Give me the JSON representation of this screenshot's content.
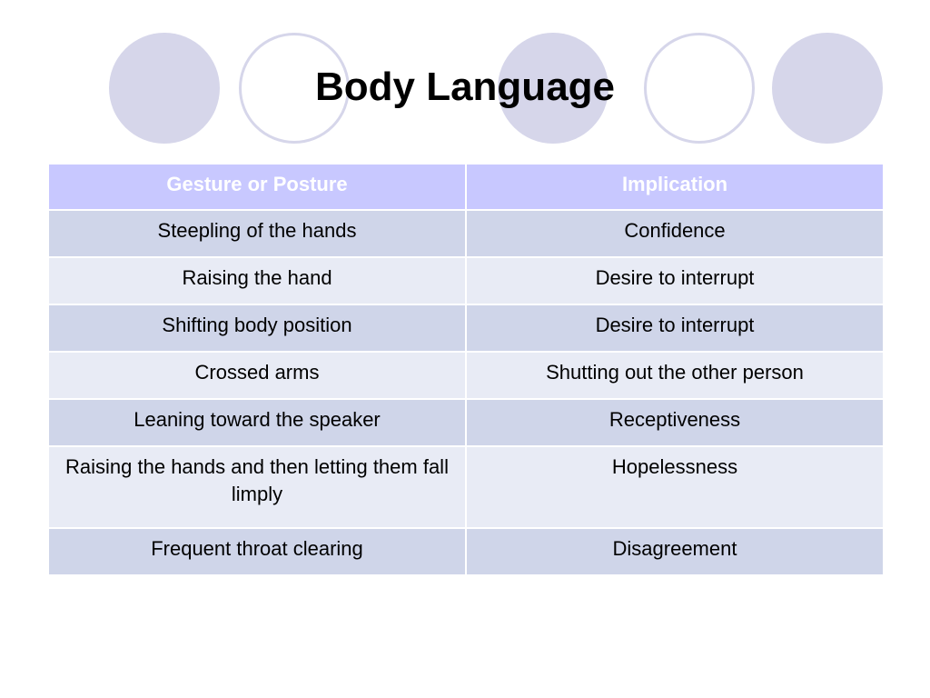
{
  "slide": {
    "title": "Body Language"
  },
  "table": {
    "headers": [
      "Gesture or Posture",
      "Implication"
    ],
    "rows": [
      [
        "Steepling of the hands",
        "Confidence"
      ],
      [
        "Raising the hand",
        "Desire to interrupt"
      ],
      [
        "Shifting body position",
        "Desire to interrupt"
      ],
      [
        "Crossed arms",
        "Shutting out the other person"
      ],
      [
        "Leaning toward the speaker",
        "Receptiveness"
      ],
      [
        "Raising the hands and then letting them fall limply",
        "Hopelessness"
      ],
      [
        "Frequent throat clearing",
        "Disagreement"
      ]
    ]
  },
  "colors": {
    "header_bg": "#c8c8ff",
    "row_dark": "#cfd5e9",
    "row_light": "#e8ebf5",
    "circle": "#d6d6ea"
  }
}
